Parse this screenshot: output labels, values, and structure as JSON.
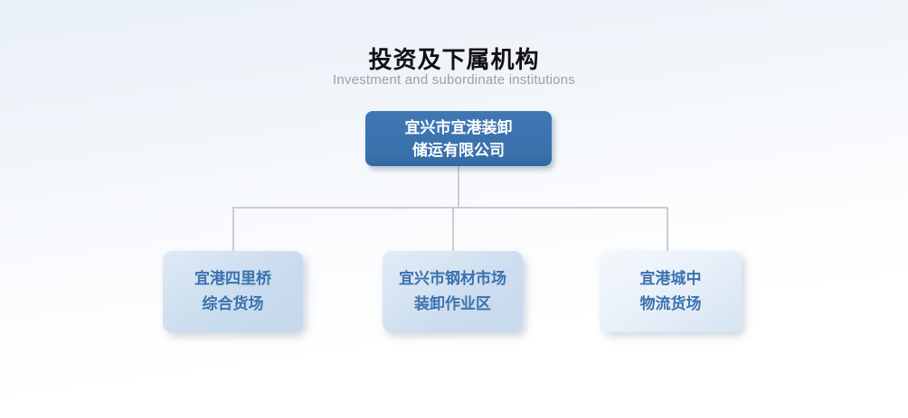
{
  "header": {
    "title": "投资及下属机构",
    "subtitle": "Investment and subordinate institutions"
  },
  "org_chart": {
    "root": {
      "name": "宜兴市宜港装卸储运有限公司",
      "line1": "宜兴市宜港装卸",
      "line2": "储运有限公司"
    },
    "children": [
      {
        "name": "宜港四里桥综合货场",
        "line1": "宜港四里桥",
        "line2": "综合货场"
      },
      {
        "name": "宜兴市钢材市场装卸作业区",
        "line1": "宜兴市钢材市场",
        "line2": "装卸作业区"
      },
      {
        "name": "宜港城中物流货场",
        "line1": "宜港城中",
        "line2": "物流货场"
      }
    ]
  },
  "colors": {
    "root_node_bg": "#3a71ac",
    "root_node_text": "#ffffff",
    "child_node_bg": "#c9dbee",
    "child_node_text": "#3a72ae",
    "connector_line": "#cccccc",
    "background_top": "#e9f0f7",
    "background_bottom": "#ffffff",
    "title_text": "#111111",
    "subtitle_text": "#9aa0a6"
  }
}
